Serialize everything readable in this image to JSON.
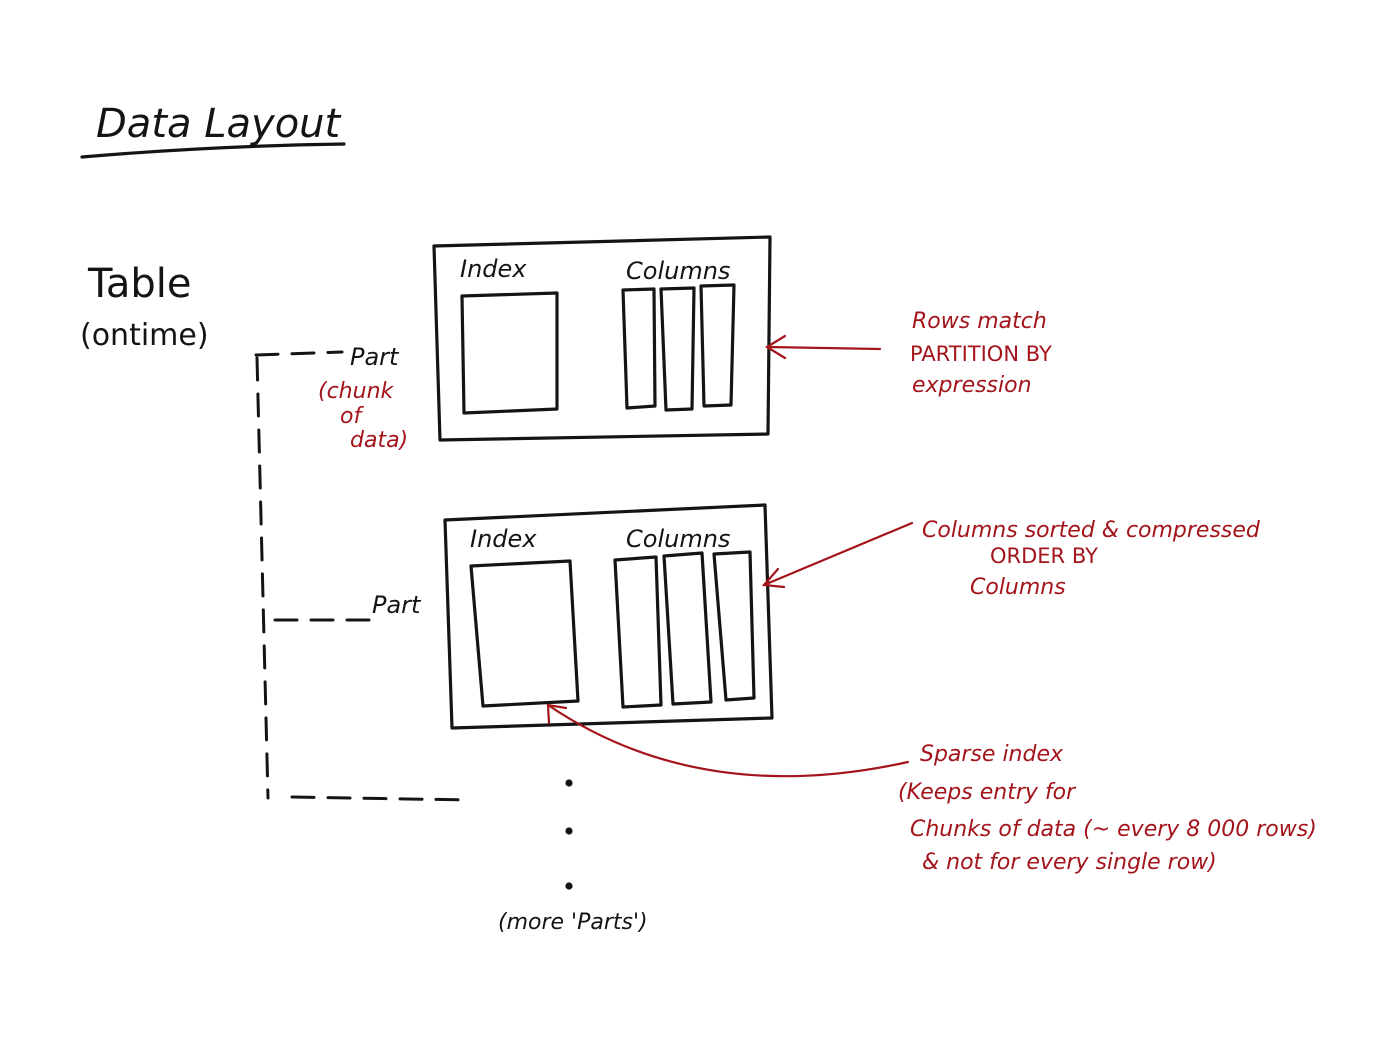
{
  "title": "Data Layout",
  "table": {
    "label": "Table",
    "sublabel": "(ontime)"
  },
  "parts": [
    {
      "label": "Part",
      "note_lines": [
        "(chunk",
        "of",
        "data)"
      ],
      "index_label": "Index",
      "columns_label": "Columns"
    },
    {
      "label": "Part",
      "note_lines": [],
      "index_label": "Index",
      "columns_label": "Columns"
    }
  ],
  "more_parts": "(more 'Parts')",
  "annotations": {
    "partition": [
      "Rows match",
      "PARTITION BY",
      "expression"
    ],
    "order": [
      "Columns sorted & compressed",
      "ORDER BY",
      "Columns"
    ],
    "sparse": [
      "Sparse index",
      "(Keeps entry for",
      "Chunks of data (~ every 8 000 rows)",
      "& not for every single row)"
    ]
  },
  "colors": {
    "ink": "#141414",
    "annotation": "#a3141b"
  }
}
